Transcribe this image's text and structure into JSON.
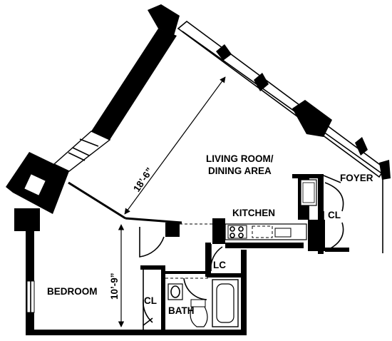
{
  "labels": {
    "living": "LIVING ROOM/",
    "dining": "DINING AREA",
    "foyer": "FOYER",
    "kitchen": "KITCHEN",
    "closet_right": "CL",
    "linen_closet": "LC",
    "bedroom": "BEDROOM",
    "closet_bedroom": "CL",
    "bath": "BATH"
  },
  "dimensions": {
    "living_room": "18’-6”",
    "bedroom": "10’-9”"
  }
}
